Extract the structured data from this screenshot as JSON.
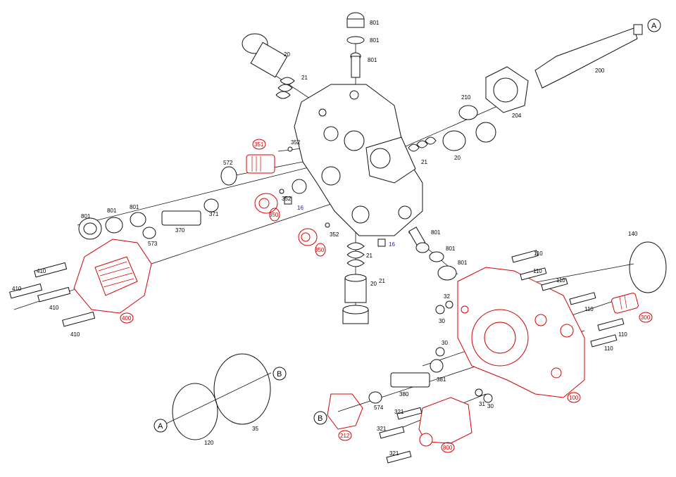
{
  "labels": {
    "l801a": "801",
    "l801b": "801",
    "l801c": "801",
    "l20a": "20",
    "l21a": "21",
    "l200": "200",
    "l204": "204",
    "l210": "210",
    "l21b": "21",
    "l20b": "20",
    "l352a": "352",
    "l352b": "352",
    "l352c": "352",
    "l572": "572",
    "l16a": "16",
    "l16b": "16",
    "l801d": "801",
    "l801e": "801",
    "l801f": "801",
    "l370": "370",
    "l371": "371",
    "l573": "573",
    "l410a": "410",
    "l410b": "410",
    "l410c": "410",
    "l410d": "410",
    "l21c": "21",
    "l20c": "20",
    "l21d": "21",
    "l801g": "801",
    "l801h": "801",
    "l801i": "801",
    "l140": "140",
    "l110a": "110",
    "l110b": "110",
    "l110c": "110",
    "l110d": "110",
    "l110e": "110",
    "l110f": "110",
    "l32": "32",
    "l30a": "30",
    "l30b": "30",
    "l30c": "30",
    "l31": "31",
    "l381": "381",
    "l380": "380",
    "l574": "574",
    "l321a": "321",
    "l321b": "321",
    "l321c": "321",
    "l35": "35",
    "l120": "120",
    "callA1": "A",
    "callA2": "A",
    "callB1": "B",
    "callB2": "B"
  },
  "red_labels": {
    "r351": "351",
    "r350a": "350",
    "r350b": "350",
    "r400": "400",
    "r300": "300",
    "r100": "100",
    "r212": "212",
    "r800": "800"
  },
  "colors": {
    "line": "#111111",
    "highlight": "#d40000",
    "note": "#1a1aa8"
  }
}
